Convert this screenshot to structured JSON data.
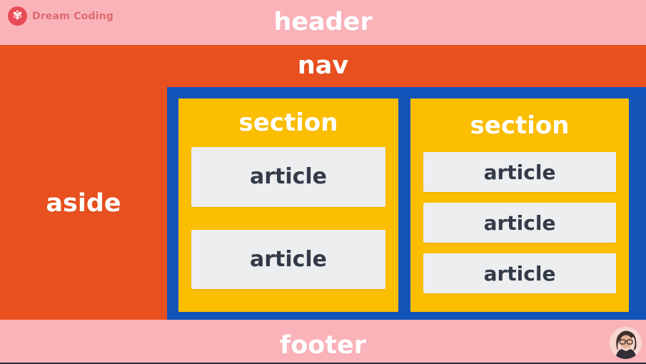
{
  "brand": {
    "name": "Dream Coding",
    "logo_icon": "flower-icon"
  },
  "diagram": {
    "header": {
      "label": "header"
    },
    "nav": {
      "label": "nav"
    },
    "aside": {
      "label": "aside"
    },
    "sections": [
      {
        "label": "section",
        "articles": [
          {
            "label": "article"
          },
          {
            "label": "article"
          }
        ]
      },
      {
        "label": "section",
        "articles": [
          {
            "label": "article"
          },
          {
            "label": "article"
          },
          {
            "label": "article"
          }
        ]
      }
    ],
    "footer": {
      "label": "footer"
    }
  },
  "colors": {
    "pink": "#fbb3ba",
    "orange": "#e8501f",
    "yellow": "#fcbe00",
    "blue": "#1254b8",
    "article_bg": "#edeef0",
    "article_text": "#333b48",
    "label_text": "#ffffff",
    "logo_red": "#e84b55",
    "brand_text": "#dd6a71"
  }
}
